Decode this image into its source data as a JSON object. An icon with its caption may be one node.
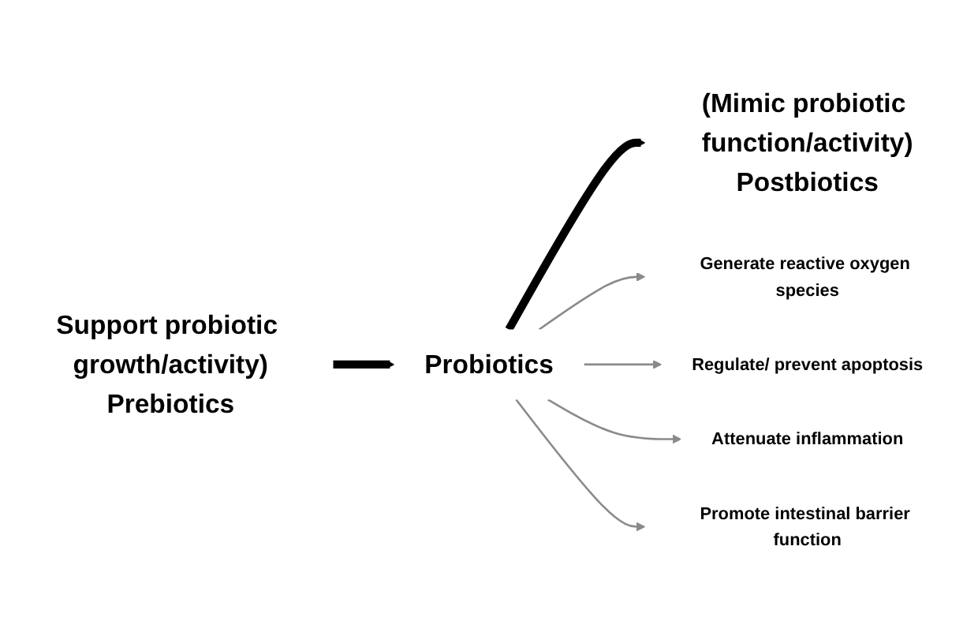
{
  "diagram": {
    "nodes": [
      {
        "text": [
          "Support probiotic growth/activity)",
          "Prebiotics"
        ]
      },
      {
        "text": [
          "Probiotics"
        ]
      },
      {
        "text": [
          "(Mimic probiotic function/activity)",
          "Postbiotics"
        ]
      },
      {
        "text": [
          "Generate reactive oxygen species"
        ]
      },
      {
        "text": [
          "Regulate/ prevent apoptosis"
        ]
      },
      {
        "text": [
          "Attenuate inflammation"
        ]
      },
      {
        "text": [
          "Promote intestinal barrier function"
        ]
      }
    ],
    "edges": [
      {
        "from": 0,
        "to": 1,
        "arrow": "to",
        "style": "thick",
        "color": "#000000"
      },
      {
        "from": 1,
        "to": 2,
        "arrow": "to",
        "style": "thick",
        "color": "#000000"
      },
      {
        "from": 1,
        "to": 3,
        "arrow": "to"
      },
      {
        "from": 1,
        "to": 4,
        "arrow": "to"
      },
      {
        "from": 1,
        "to": 5,
        "arrow": "to"
      },
      {
        "from": 1,
        "to": 6,
        "arrow": "to"
      }
    ]
  }
}
